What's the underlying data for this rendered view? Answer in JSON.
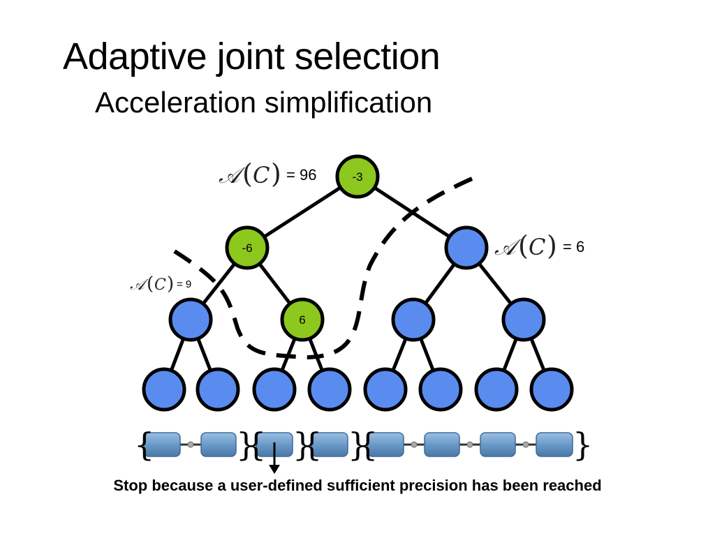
{
  "slide": {
    "title": "Adaptive joint selection",
    "subtitle": "Acceleration simplification",
    "caption": "Stop because a user-defined sufficient precision has been reached"
  },
  "annotations": {
    "root": {
      "symbol": "𝒜",
      "arg": "C",
      "value": "= 96"
    },
    "right": {
      "symbol": "𝒜",
      "arg": "C",
      "value": "= 6"
    },
    "left": {
      "symbol": "𝒜",
      "arg": "C",
      "value": "= 9"
    }
  },
  "tree": {
    "root_label": "-3",
    "left_label": "-6",
    "mid_leaf_label": "6"
  },
  "colors": {
    "green_node": "#8cc81e",
    "blue_node": "#5a8cf0",
    "segment": "#6a9ac8",
    "outline": "#000000"
  }
}
